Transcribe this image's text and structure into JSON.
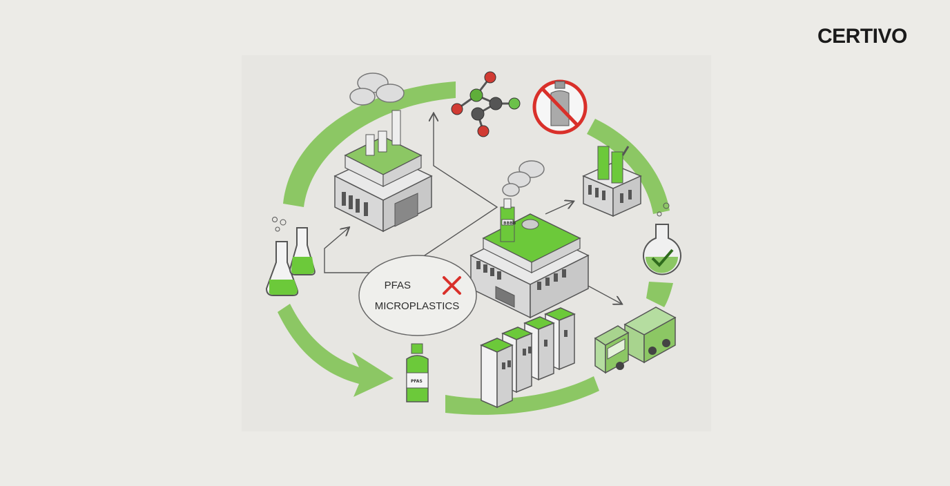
{
  "brand": {
    "logo_text": "CERTIVO"
  },
  "diagram": {
    "bubble": {
      "line1": "PFAS",
      "line2": "MICROPLASTICS"
    },
    "bottle_label": "PFAS",
    "stack_label": "BBBB"
  },
  "colors": {
    "background": "#ecebe7",
    "accent_green": "#8cc764",
    "bright_green": "#6cc93a",
    "cross_red": "#d9302a",
    "outline": "#555555"
  },
  "icons": [
    "factory-icon",
    "molecule-icon",
    "no-plastic-bottle-icon",
    "small-factory-icon",
    "test-flask-check-icon",
    "flasks-icon",
    "bottle-icon",
    "warehouse-icon",
    "storage-blocks-icon",
    "truck-icon",
    "cross-icon",
    "circular-arrows"
  ]
}
